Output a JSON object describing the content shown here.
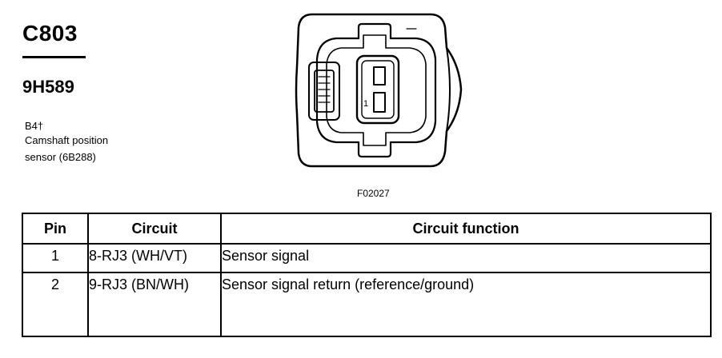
{
  "connector": {
    "id": "C803",
    "part_number": "9H589",
    "location_code": "B4†",
    "description_line1": "Camshaft position",
    "description_line2": "sensor (6B288)",
    "pin_marker": "1",
    "figure_id": "F02027"
  },
  "table": {
    "headers": {
      "pin": "Pin",
      "circuit": "Circuit",
      "function": "Circuit function"
    },
    "rows": [
      {
        "pin": "1",
        "circuit": "8-RJ3 (WH/VT)",
        "function": "Sensor signal"
      },
      {
        "pin": "2",
        "circuit": "9-RJ3 (BN/WH)",
        "function": "Sensor signal return (reference/ground)"
      }
    ]
  }
}
